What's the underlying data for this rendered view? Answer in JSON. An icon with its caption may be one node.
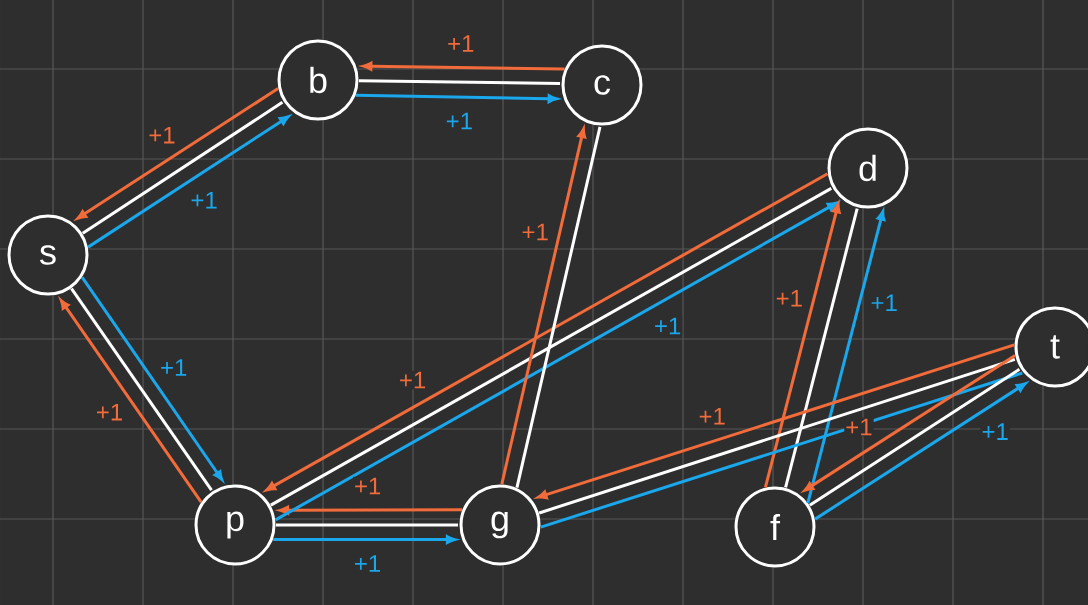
{
  "diagram": {
    "nodes": [
      {
        "text": [
          "s"
        ]
      },
      {
        "text": [
          "b"
        ]
      },
      {
        "text": [
          "c"
        ]
      },
      {
        "text": [
          "d"
        ]
      },
      {
        "text": [
          "t"
        ]
      },
      {
        "text": [
          "p"
        ]
      },
      {
        "text": [
          "g"
        ]
      },
      {
        "text": [
          "f"
        ]
      }
    ],
    "edges": [
      {
        "from": 0,
        "to": 1,
        "arrow": "none"
      },
      {
        "from": 0,
        "to": 1,
        "arrow": "to",
        "label": "+1",
        "color": "#1aa7ec"
      },
      {
        "from": 1,
        "to": 0,
        "arrow": "to",
        "label": "+1",
        "color": "#f26b3a"
      },
      {
        "from": 1,
        "to": 2,
        "arrow": "none"
      },
      {
        "from": 1,
        "to": 2,
        "arrow": "to",
        "label": "+1",
        "color": "#1aa7ec"
      },
      {
        "from": 2,
        "to": 1,
        "arrow": "to",
        "label": "+1",
        "color": "#f26b3a"
      },
      {
        "from": 0,
        "to": 5,
        "arrow": "none"
      },
      {
        "from": 0,
        "to": 5,
        "arrow": "to",
        "label": "+1",
        "color": "#1aa7ec"
      },
      {
        "from": 5,
        "to": 0,
        "arrow": "to",
        "label": "+1",
        "color": "#f26b3a"
      },
      {
        "from": 5,
        "to": 6,
        "arrow": "none"
      },
      {
        "from": 5,
        "to": 6,
        "arrow": "to",
        "label": "+1",
        "color": "#1aa7ec"
      },
      {
        "from": 6,
        "to": 5,
        "arrow": "to",
        "label": "+1",
        "color": "#f26b3a"
      },
      {
        "from": 5,
        "to": 3,
        "arrow": "none"
      },
      {
        "from": 5,
        "to": 3,
        "arrow": "to",
        "label": "+1",
        "color": "#1aa7ec"
      },
      {
        "from": 3,
        "to": 5,
        "arrow": "to",
        "label": "+1",
        "color": "#f26b3a"
      },
      {
        "from": 6,
        "to": 2,
        "arrow": "none"
      },
      {
        "from": 6,
        "to": 2,
        "arrow": "to",
        "label": "+1",
        "color": "#f26b3a"
      },
      {
        "from": 7,
        "to": 3,
        "arrow": "none"
      },
      {
        "from": 7,
        "to": 3,
        "arrow": "to",
        "label": "+1",
        "color": "#f26b3a"
      },
      {
        "from": 7,
        "to": 3,
        "arrow": "to",
        "label": "+1",
        "color": "#1aa7ec"
      },
      {
        "from": 6,
        "to": 4,
        "arrow": "none"
      },
      {
        "from": 4,
        "to": 6,
        "arrow": "to",
        "label": "+1",
        "color": "#f26b3a"
      },
      {
        "from": 6,
        "to": 4,
        "arrow": "none",
        "color": "#1aa7ec"
      },
      {
        "from": 7,
        "to": 4,
        "arrow": "none"
      },
      {
        "from": 4,
        "to": 7,
        "arrow": "to",
        "label": "+1",
        "color": "#f26b3a"
      },
      {
        "from": 7,
        "to": 4,
        "arrow": "to",
        "label": "+1",
        "color": "#1aa7ec"
      }
    ]
  }
}
